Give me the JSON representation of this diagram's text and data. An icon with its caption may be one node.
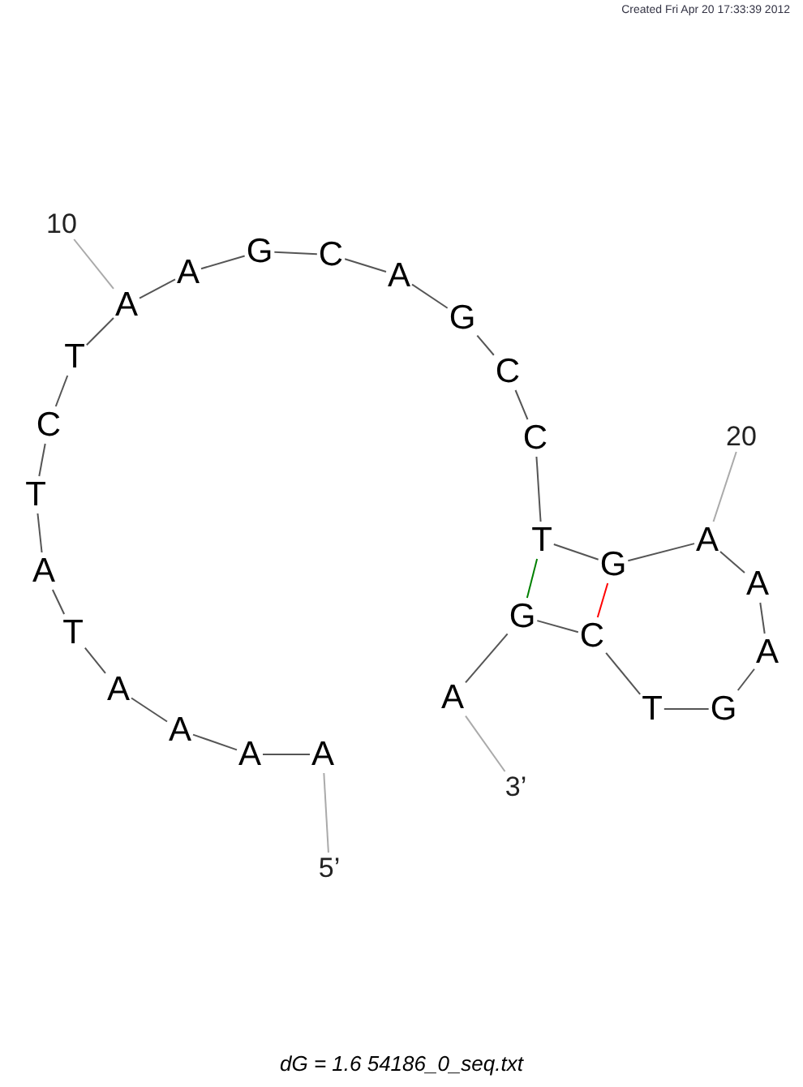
{
  "diagram": {
    "caption": "dG = 1.6 54186_0_seq.txt",
    "nodes": [
      {
        "text": [
          "A"
        ]
      },
      {
        "text": [
          "A"
        ]
      },
      {
        "text": [
          "A"
        ]
      },
      {
        "text": [
          "A"
        ]
      },
      {
        "text": [
          "T"
        ]
      },
      {
        "text": [
          "A"
        ]
      },
      {
        "text": [
          "T"
        ]
      },
      {
        "text": [
          "C"
        ]
      },
      {
        "text": [
          "T"
        ]
      },
      {
        "text": [
          "A"
        ]
      },
      {
        "text": [
          "A"
        ]
      },
      {
        "text": [
          "G"
        ]
      },
      {
        "text": [
          "C"
        ]
      },
      {
        "text": [
          "A"
        ]
      },
      {
        "text": [
          "G"
        ]
      },
      {
        "text": [
          "C"
        ]
      },
      {
        "text": [
          "C"
        ]
      },
      {
        "text": [
          "T"
        ]
      },
      {
        "text": [
          "G"
        ]
      },
      {
        "text": [
          "A"
        ]
      },
      {
        "text": [
          "A"
        ]
      },
      {
        "text": [
          "A"
        ]
      },
      {
        "text": [
          "G"
        ]
      },
      {
        "text": [
          "T"
        ]
      },
      {
        "text": [
          "C"
        ]
      },
      {
        "text": [
          "G"
        ]
      },
      {
        "text": [
          "A"
        ]
      },
      {
        "text": [
          "10"
        ]
      },
      {
        "text": [
          "20"
        ]
      },
      {
        "text": [
          "5’"
        ]
      },
      {
        "text": [
          "3’"
        ]
      }
    ],
    "edges": [
      {
        "from": 0,
        "to": 1,
        "arrow": "none"
      },
      {
        "from": 1,
        "to": 2,
        "arrow": "none"
      },
      {
        "from": 2,
        "to": 3,
        "arrow": "none"
      },
      {
        "from": 3,
        "to": 4,
        "arrow": "none"
      },
      {
        "from": 4,
        "to": 5,
        "arrow": "none"
      },
      {
        "from": 5,
        "to": 6,
        "arrow": "none"
      },
      {
        "from": 6,
        "to": 7,
        "arrow": "none"
      },
      {
        "from": 7,
        "to": 8,
        "arrow": "none"
      },
      {
        "from": 8,
        "to": 9,
        "arrow": "none"
      },
      {
        "from": 9,
        "to": 10,
        "arrow": "none"
      },
      {
        "from": 10,
        "to": 11,
        "arrow": "none"
      },
      {
        "from": 11,
        "to": 12,
        "arrow": "none"
      },
      {
        "from": 12,
        "to": 13,
        "arrow": "none"
      },
      {
        "from": 13,
        "to": 14,
        "arrow": "none"
      },
      {
        "from": 14,
        "to": 15,
        "arrow": "none"
      },
      {
        "from": 15,
        "to": 16,
        "arrow": "none"
      },
      {
        "from": 16,
        "to": 17,
        "arrow": "none"
      },
      {
        "from": 17,
        "to": 18,
        "arrow": "none"
      },
      {
        "from": 18,
        "to": 19,
        "arrow": "none"
      },
      {
        "from": 19,
        "to": 20,
        "arrow": "none"
      },
      {
        "from": 20,
        "to": 21,
        "arrow": "none"
      },
      {
        "from": 21,
        "to": 22,
        "arrow": "none"
      },
      {
        "from": 22,
        "to": 23,
        "arrow": "none"
      },
      {
        "from": 23,
        "to": 24,
        "arrow": "none"
      },
      {
        "from": 24,
        "to": 25,
        "arrow": "none"
      },
      {
        "from": 25,
        "to": 26,
        "arrow": "none"
      },
      {
        "from": 17,
        "to": 25,
        "arrow": "none",
        "color": "#008000"
      },
      {
        "from": 18,
        "to": 24,
        "arrow": "none",
        "color": "#ff0000"
      },
      {
        "from": 27,
        "to": 9,
        "arrow": "none",
        "color": "#aaaaaa"
      },
      {
        "from": 28,
        "to": 19,
        "arrow": "none",
        "color": "#aaaaaa"
      },
      {
        "from": 29,
        "to": 0,
        "arrow": "none",
        "color": "#aaaaaa"
      },
      {
        "from": 30,
        "to": 26,
        "arrow": "none",
        "color": "#aaaaaa"
      }
    ],
    "labels": [
      "Created Fri Apr 20 17:33:39 2012"
    ]
  }
}
